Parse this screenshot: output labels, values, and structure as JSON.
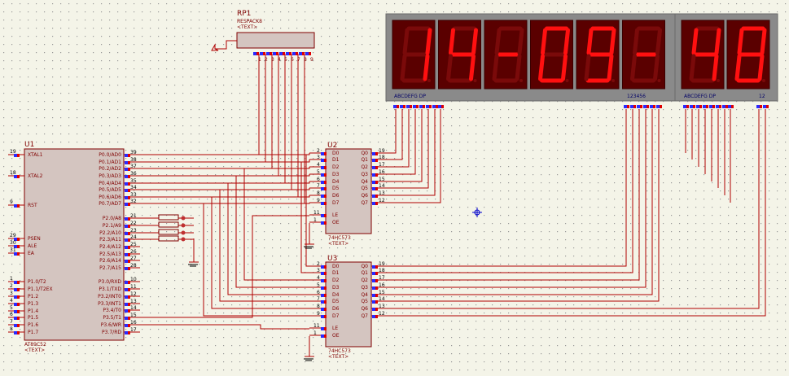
{
  "colors": {
    "background": "#f4f4e8",
    "grid_dot": "#9a9a9a",
    "wire": "#b00000",
    "body_fill": "#d4c5c0",
    "body_stroke": "#800000",
    "pin_blue": "#2a2aff",
    "pin_red": "#e00000",
    "display_bg": "#8a8a8a",
    "digit_bg": "#5a0000",
    "segment_on": "#ff1010",
    "segment_off": "#7a0a0a",
    "cursor": "#0000cc"
  },
  "mcu": {
    "ref": "U1",
    "part": "AT89C52",
    "text": "<TEXT>",
    "left_pins": [
      {
        "num": "19",
        "name": "XTAL1"
      },
      {
        "num": "18",
        "name": "XTAL2"
      },
      {
        "num": "9",
        "name": "RST"
      },
      {
        "num": "29",
        "name": "PSEN"
      },
      {
        "num": "30",
        "name": "ALE"
      },
      {
        "num": "31",
        "name": "EA"
      },
      {
        "num": "1",
        "name": "P1.0/T2"
      },
      {
        "num": "2",
        "name": "P1.1/T2EX"
      },
      {
        "num": "3",
        "name": "P1.2"
      },
      {
        "num": "4",
        "name": "P1.3"
      },
      {
        "num": "5",
        "name": "P1.4"
      },
      {
        "num": "6",
        "name": "P1.5"
      },
      {
        "num": "7",
        "name": "P1.6"
      },
      {
        "num": "8",
        "name": "P1.7"
      }
    ],
    "right_pins": [
      {
        "num": "39",
        "name": "P0.0/AD0"
      },
      {
        "num": "38",
        "name": "P0.1/AD1"
      },
      {
        "num": "37",
        "name": "P0.2/AD2"
      },
      {
        "num": "36",
        "name": "P0.3/AD3"
      },
      {
        "num": "35",
        "name": "P0.4/AD4"
      },
      {
        "num": "34",
        "name": "P0.5/AD5"
      },
      {
        "num": "33",
        "name": "P0.6/AD6"
      },
      {
        "num": "32",
        "name": "P0.7/AD7"
      },
      {
        "num": "21",
        "name": "P2.0/A8"
      },
      {
        "num": "22",
        "name": "P2.1/A9"
      },
      {
        "num": "23",
        "name": "P2.2/A10"
      },
      {
        "num": "24",
        "name": "P2.3/A11"
      },
      {
        "num": "25",
        "name": "P2.4/A12"
      },
      {
        "num": "26",
        "name": "P2.5/A13"
      },
      {
        "num": "27",
        "name": "P2.6/A14"
      },
      {
        "num": "28",
        "name": "P2.7/A15"
      },
      {
        "num": "10",
        "name": "P3.0/RXD"
      },
      {
        "num": "11",
        "name": "P3.1/TXD"
      },
      {
        "num": "12",
        "name": "P3.2/INT0"
      },
      {
        "num": "13",
        "name": "P3.3/INT1"
      },
      {
        "num": "14",
        "name": "P3.4/T0"
      },
      {
        "num": "15",
        "name": "P3.5/T1"
      },
      {
        "num": "16",
        "name": "P3.6/WR"
      },
      {
        "num": "17",
        "name": "P3.7/RD"
      }
    ]
  },
  "resistor_pack": {
    "ref": "RP1",
    "part": "RESPACK8",
    "text": "<TEXT>",
    "pin_labels": [
      "1",
      "2",
      "3",
      "4",
      "5",
      "6",
      "7",
      "8",
      "9"
    ]
  },
  "latches": [
    {
      "ref": "U2",
      "part": "74HC573",
      "text": "<TEXT>",
      "d_pins": [
        {
          "num": "2",
          "name": "D0"
        },
        {
          "num": "3",
          "name": "D1"
        },
        {
          "num": "4",
          "name": "D2"
        },
        {
          "num": "5",
          "name": "D3"
        },
        {
          "num": "6",
          "name": "D4"
        },
        {
          "num": "7",
          "name": "D5"
        },
        {
          "num": "8",
          "name": "D6"
        },
        {
          "num": "9",
          "name": "D7"
        }
      ],
      "ctl_pins": [
        {
          "num": "11",
          "name": "LE"
        },
        {
          "num": "1",
          "name": "OE"
        }
      ],
      "q_pins": [
        {
          "num": "19",
          "name": "Q0"
        },
        {
          "num": "18",
          "name": "Q1"
        },
        {
          "num": "17",
          "name": "Q2"
        },
        {
          "num": "16",
          "name": "Q3"
        },
        {
          "num": "15",
          "name": "Q4"
        },
        {
          "num": "14",
          "name": "Q5"
        },
        {
          "num": "13",
          "name": "Q6"
        },
        {
          "num": "12",
          "name": "Q7"
        }
      ]
    },
    {
      "ref": "U3",
      "part": "74HC573",
      "text": "<TEXT>",
      "d_pins": [
        {
          "num": "2",
          "name": "D0"
        },
        {
          "num": "3",
          "name": "D1"
        },
        {
          "num": "4",
          "name": "D2"
        },
        {
          "num": "5",
          "name": "D3"
        },
        {
          "num": "6",
          "name": "D4"
        },
        {
          "num": "7",
          "name": "D5"
        },
        {
          "num": "8",
          "name": "D6"
        },
        {
          "num": "9",
          "name": "D7"
        }
      ],
      "ctl_pins": [
        {
          "num": "11",
          "name": "LE"
        },
        {
          "num": "1",
          "name": "OE"
        }
      ],
      "q_pins": [
        {
          "num": "19",
          "name": "Q0"
        },
        {
          "num": "18",
          "name": "Q1"
        },
        {
          "num": "17",
          "name": "Q2"
        },
        {
          "num": "16",
          "name": "Q3"
        },
        {
          "num": "15",
          "name": "Q4"
        },
        {
          "num": "14",
          "name": "Q5"
        },
        {
          "num": "13",
          "name": "Q6"
        },
        {
          "num": "12",
          "name": "Q7"
        }
      ]
    }
  ],
  "display_main": {
    "digits": [
      "1",
      "4",
      "-",
      "0",
      "9",
      "-"
    ],
    "seg_label": "ABCDEFG  DP",
    "com_label": "123456"
  },
  "display_small": {
    "digits": [
      "4",
      "8"
    ],
    "seg_label": "ABCDEFG  DP",
    "com_label": "12"
  }
}
